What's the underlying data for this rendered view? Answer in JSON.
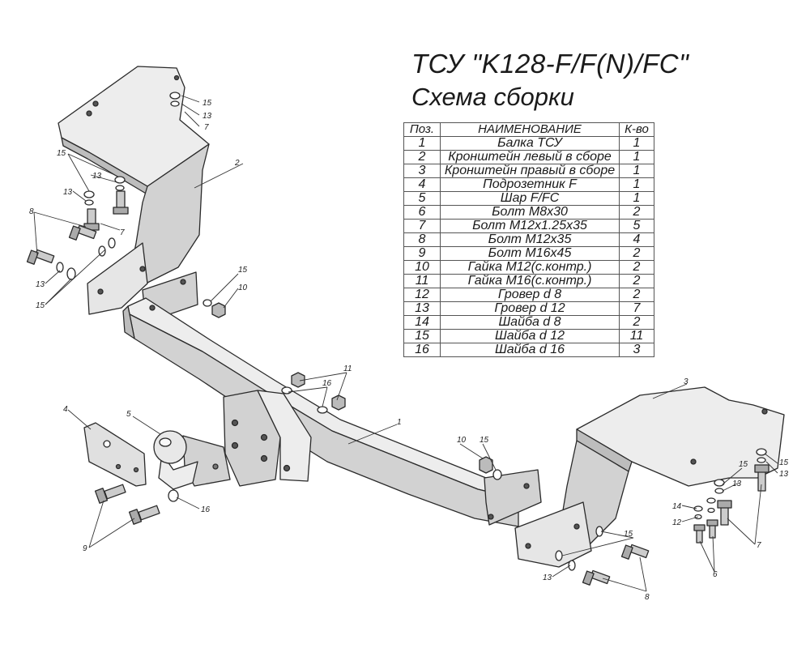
{
  "title": "ТСУ \"K128-F/F(N)/FC\"",
  "subtitle": "Схема сборки",
  "table": {
    "headers": [
      "Поз.",
      "НАИМЕНОВАНИЕ",
      "К-во"
    ],
    "rows": [
      [
        "1",
        "Балка ТСУ",
        "1"
      ],
      [
        "2",
        "Кронштейн левый в сборе",
        "1"
      ],
      [
        "3",
        "Кронштейн правый в сборе",
        "1"
      ],
      [
        "4",
        "Подрозетник F",
        "1"
      ],
      [
        "5",
        "Шар F/FC",
        "1"
      ],
      [
        "6",
        "Болт М8х30",
        "2"
      ],
      [
        "7",
        "Болт М12х1.25х35",
        "5"
      ],
      [
        "8",
        "Болт М12х35",
        "4"
      ],
      [
        "9",
        "Болт М16х45",
        "2"
      ],
      [
        "10",
        "Гайка М12(с.контр.)",
        "2"
      ],
      [
        "11",
        "Гайка  М16(с.контр.)",
        "2"
      ],
      [
        "12",
        "Гровер d 8",
        "2"
      ],
      [
        "13",
        "Гровер d 12",
        "7"
      ],
      [
        "14",
        "Шайба d 8",
        "2"
      ],
      [
        "15",
        "Шайба d 12",
        "11"
      ],
      [
        "16",
        "Шайба d 16",
        "3"
      ]
    ]
  },
  "callouts": {
    "c1": "1",
    "c2": "2",
    "c3": "3",
    "c4": "4",
    "c5": "5",
    "c6": "6",
    "c7": "7",
    "c8": "8",
    "c9": "9",
    "c10": "10",
    "c11": "11",
    "c12": "12",
    "c13": "13",
    "c14": "14",
    "c15": "15",
    "c16": "16"
  },
  "colors": {
    "part_fill": "#ededed",
    "part_shade": "#d2d2d2",
    "part_dark": "#a8a8a8",
    "outline": "#2a2a2a"
  }
}
